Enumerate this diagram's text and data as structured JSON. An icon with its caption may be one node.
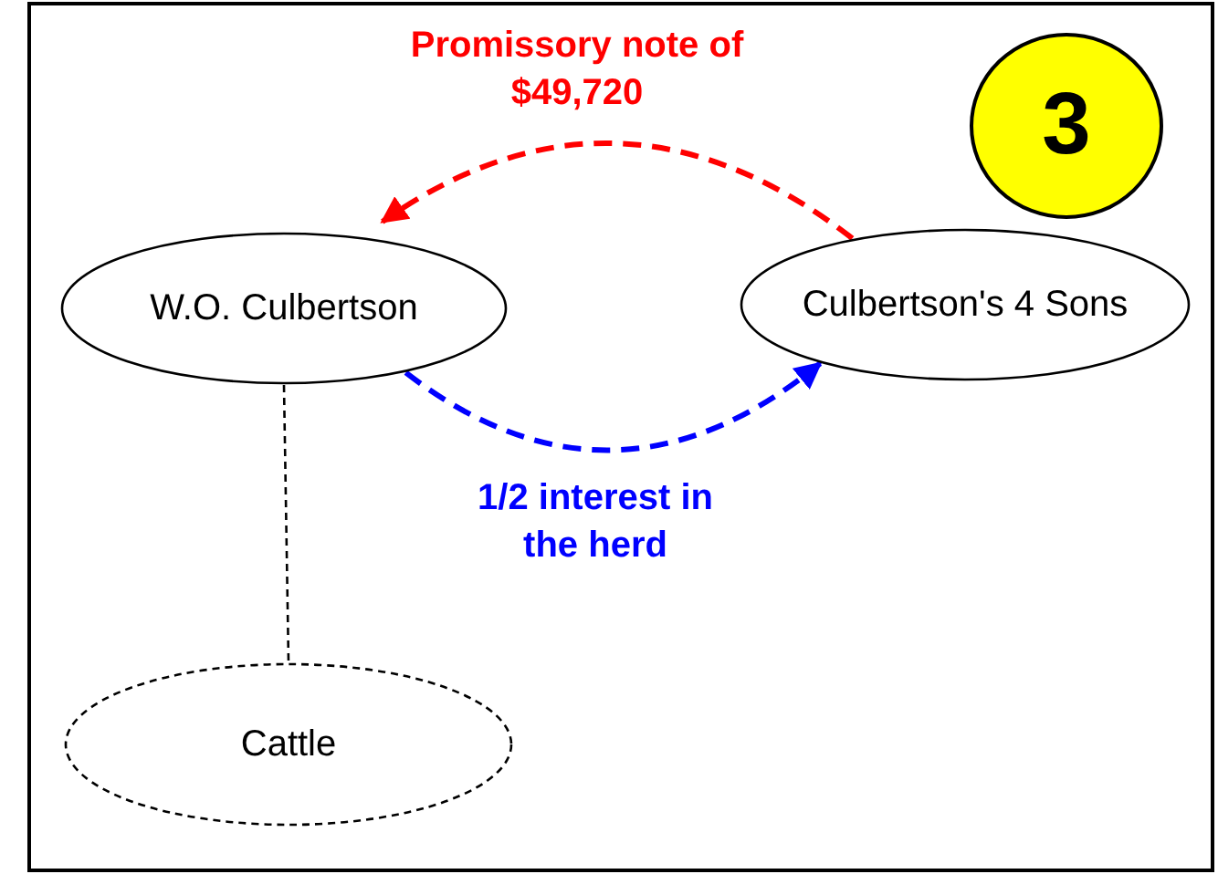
{
  "diagram": {
    "nodes": [
      {
        "text": [
          "W.O. Culbertson"
        ]
      },
      {
        "text": [
          "Culbertson's 4 Sons"
        ]
      },
      {
        "text": [
          "Cattle"
        ]
      },
      {
        "text": [
          "3"
        ]
      }
    ],
    "edges": [
      {
        "from": 1,
        "to": 0,
        "arrow": "to",
        "label": "Promissory note of $49,720",
        "style": "dashed",
        "color": "#ff0000"
      },
      {
        "from": 0,
        "to": 1,
        "arrow": "to",
        "label": "1/2 interest in the herd",
        "style": "dashed",
        "color": "#0000ff"
      },
      {
        "from": 0,
        "to": 2,
        "arrow": "none",
        "style": "dashed",
        "color": "#000000"
      }
    ]
  }
}
